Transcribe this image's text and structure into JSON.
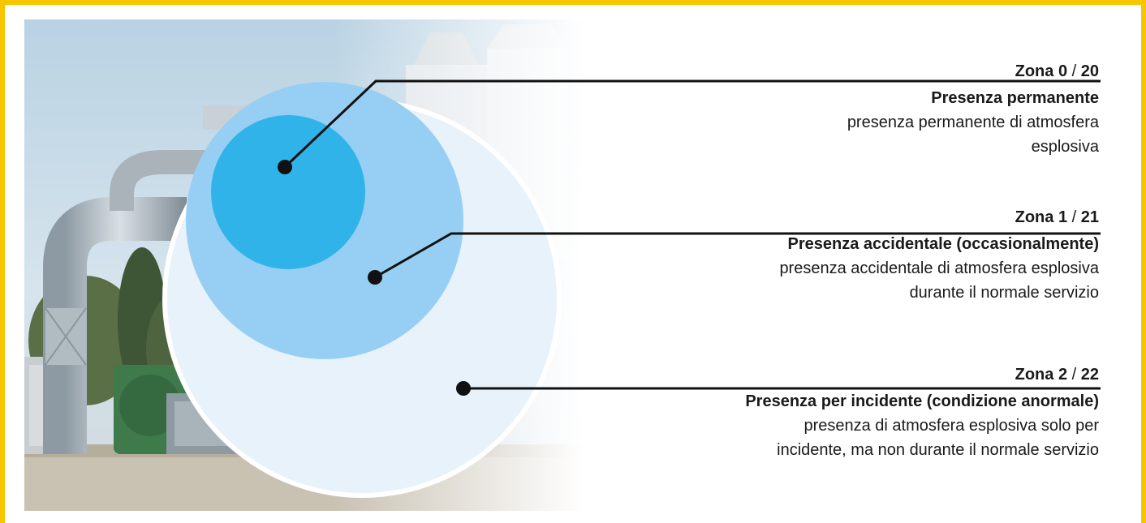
{
  "colors": {
    "border": "#f7c600",
    "zone0_fill": "#30b3e8",
    "zone1_fill": "#96cff3",
    "zone2_fill": "#e7f2fb",
    "line": "#111111"
  },
  "zones": [
    {
      "name": "Zona 0",
      "sep": " / ",
      "code": "20",
      "heading": "Presenza permanente",
      "description_lines": [
        "presenza permanente di atmosfera",
        "esplosiva"
      ]
    },
    {
      "name": "Zona 1",
      "sep": " / ",
      "code": "21",
      "heading": "Presenza accidentale (occasionalmente)",
      "description_lines": [
        "presenza accidentale di atmosfera esplosiva",
        "durante il normale servizio"
      ]
    },
    {
      "name": "Zona 2",
      "sep": " / ",
      "code": "22",
      "heading": "Presenza per incidente (condizione anormale)",
      "description_lines": [
        "presenza di atmosfera esplosiva solo per",
        "incidente, ma non durante il normale servizio"
      ]
    }
  ]
}
